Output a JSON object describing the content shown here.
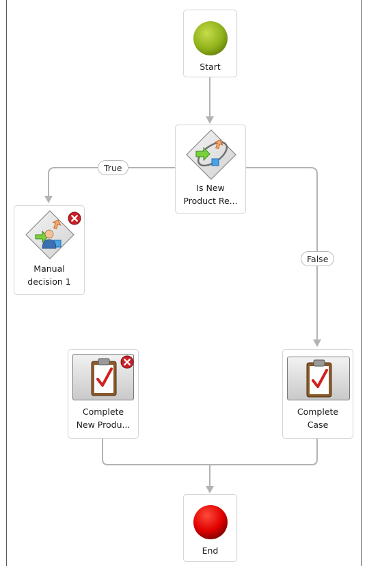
{
  "diagram": {
    "nodes": {
      "start": {
        "label": "Start",
        "icon": "start-event-icon",
        "color": "#8fb21a"
      },
      "decision": {
        "label": "Is New\nProduct Re...",
        "icon": "decision-rule-icon"
      },
      "manual": {
        "label": "Manual\ndecision 1",
        "icon": "manual-decision-icon",
        "has_error": true
      },
      "complete_new": {
        "label": "Complete\nNew Produ...",
        "icon": "clipboard-check-icon",
        "has_error": true
      },
      "complete_case": {
        "label": "Complete\nCase",
        "icon": "clipboard-check-icon"
      },
      "end": {
        "label": "End",
        "icon": "end-event-icon",
        "color": "#d40000"
      }
    },
    "edges": {
      "true_label": "True",
      "false_label": "False"
    },
    "colors": {
      "connector": "#b3b3b3",
      "error": "#c8202a"
    }
  }
}
